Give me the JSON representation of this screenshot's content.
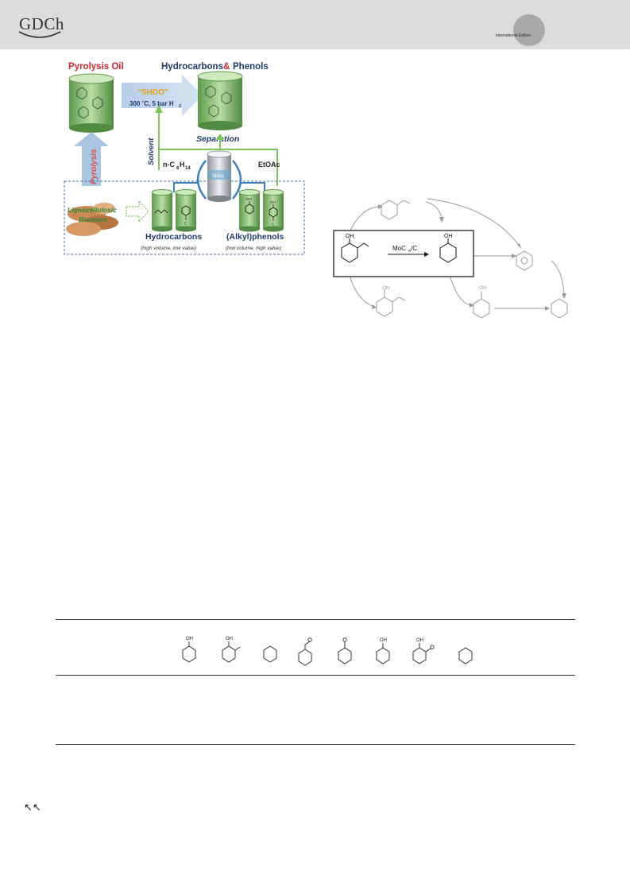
{
  "header": {
    "logo_text": "GDCh",
    "edition_label": "International Edition"
  },
  "figure1": {
    "pyrolysis_oil": "Pyrolysis Oil",
    "hydrocarbons_phenols_left": "Hydrocarbons",
    "hydrocarbons_phenols_amp": "&",
    "hydrocarbons_phenols_right": "Phenols",
    "shdo": "“SHDO”",
    "conditions_temp": "300 ˚C, 5 bar H",
    "conditions_sub": "2",
    "pyrolysis": "Pyrolysis",
    "solvent": "Solvent",
    "separation": "Separation",
    "hexane_prefix": "n-C",
    "hexane_sub1": "6",
    "hexane_mid": "H",
    "hexane_sub2": "14",
    "etoac": "EtOAc",
    "silica": "Silica",
    "biomass_line1": "Lignocellulosic",
    "biomass_line2": "Biomass",
    "hydrocarbons": "Hydrocarbons",
    "alkylphenols": "(Alkyl)phenols",
    "hydrocarbons_note": "(high volume, low value)",
    "alkylphenols_note": "(low volume, high value)",
    "cn": "C",
    "n": "n",
    "oh": "OH"
  },
  "figure2": {
    "catalyst_prefix": "MoC",
    "catalyst_sub": "x",
    "catalyst_suffix": "/C",
    "oh": "OH"
  },
  "table": {
    "oh": "OH"
  },
  "corner_mark": "↖↖"
}
